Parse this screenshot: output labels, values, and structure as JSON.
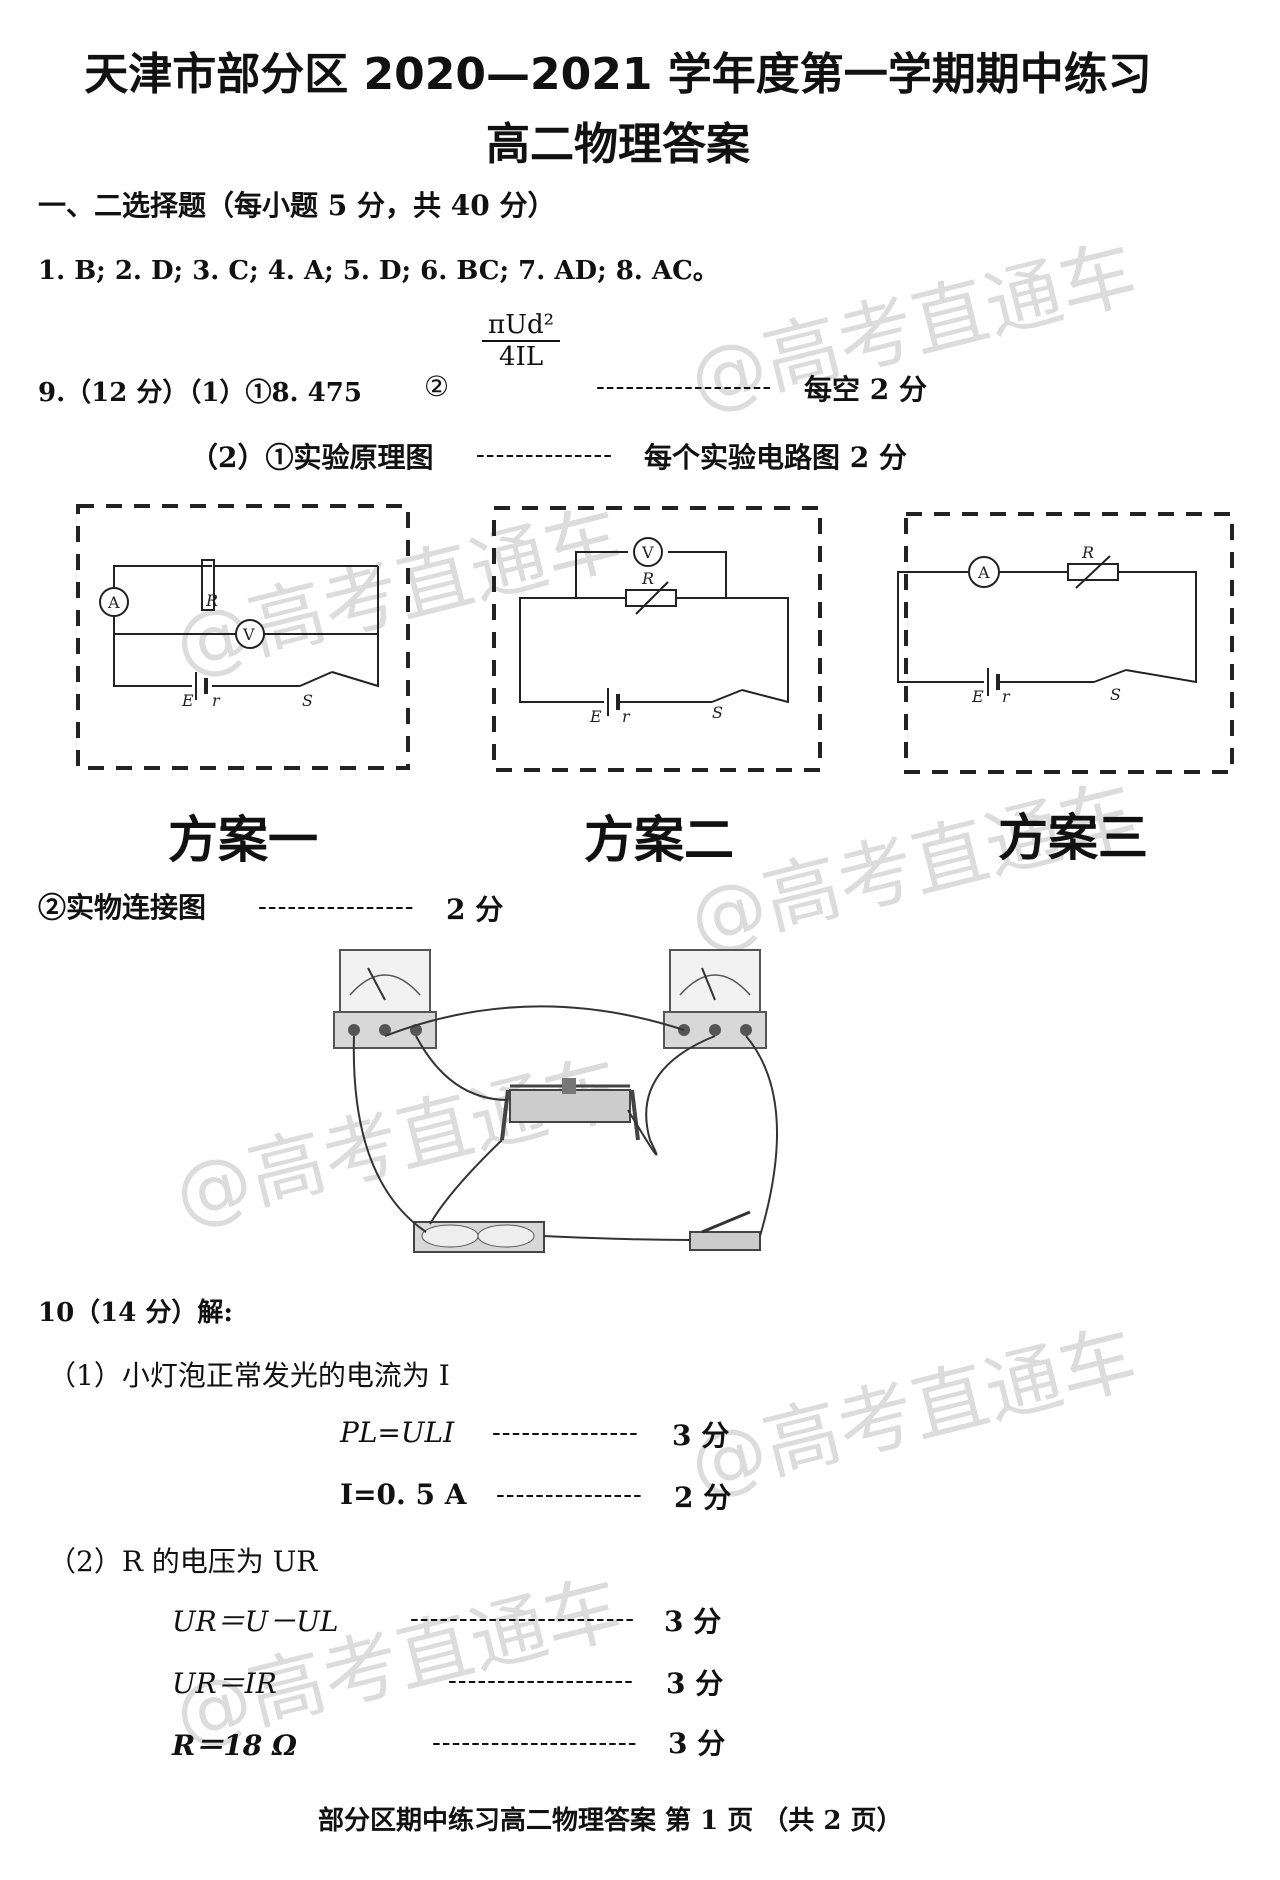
{
  "header": {
    "title_line1": "天津市部分区 2020—2021 学年度第一学期期中练习",
    "title_line2": "高二物理答案"
  },
  "section1": {
    "heading": "一、二选择题（每小题 5 分，共 40 分）",
    "answers": "1. B; 2. D; 3. C; 4. A; 5. D; 6. BC; 7. AD; 8. AC。"
  },
  "q9": {
    "label": "9.（12 分）（1）①8. 475",
    "circle2": "②",
    "formula_num": "πUd²",
    "formula_den": "4IL",
    "dashes": "------------------",
    "score": "每空 2 分",
    "part2_label": "（2）①实验原理图",
    "part2_dashes": "--------------",
    "part2_score": "每个实验电路图 2 分",
    "schemes": [
      "方案一",
      "方案二",
      "方案三"
    ],
    "circuit_labels": {
      "ammeter": "A",
      "voltmeter": "V",
      "resistor": "R",
      "emf": "E",
      "internal": "r",
      "switch": "S"
    },
    "part3_label": "②实物连接图",
    "part3_dashes": "----------------",
    "part3_score": "2 分"
  },
  "q10": {
    "label": "10（14 分）解:",
    "p1": "（1）小灯泡正常发光的电流为 I",
    "eq1": "PL=ULI",
    "eq1_dashes": "---------------",
    "eq1_score": "3 分",
    "eq2": "I=0. 5 A",
    "eq2_dashes": "---------------",
    "eq2_score": "2 分",
    "p2": "（2）R 的电压为 UR",
    "eq3": "UR＝U－UL",
    "eq3_dashes": "-----------------------",
    "eq3_score": "3 分",
    "eq4": "UR＝IR",
    "eq4_dashes": "-------------------",
    "eq4_score": "3 分",
    "eq5": "R＝18 Ω",
    "eq5_dashes": "---------------------",
    "eq5_score": "3 分"
  },
  "footer": {
    "text": "部分区期中练习高二物理答案  第 1 页  （共 2 页）"
  },
  "watermark": "@高考直通车"
}
